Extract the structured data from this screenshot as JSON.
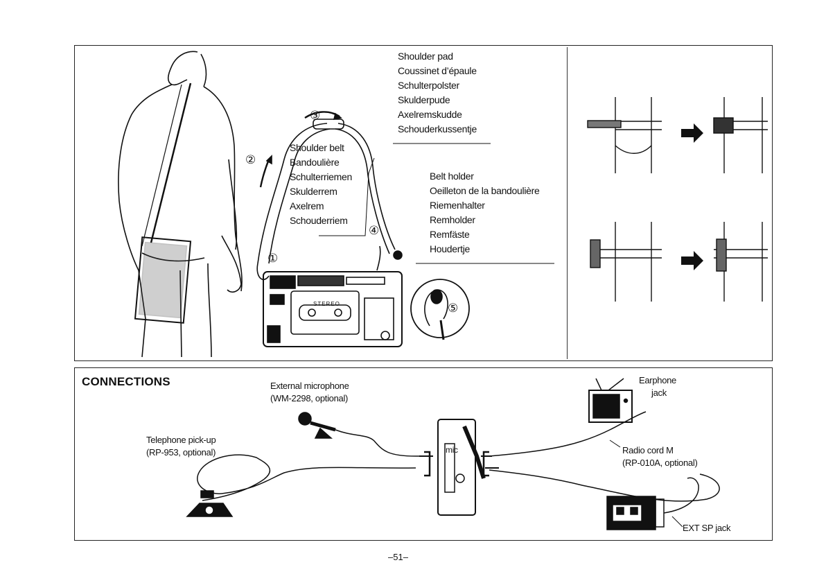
{
  "strap_section": {
    "shoulder_pad_labels": [
      "Shoulder pad",
      "Coussinet d’épaule",
      "Schulterpolster",
      "Skulderpude",
      "Axelremskudde",
      "Schouderkussentje"
    ],
    "shoulder_belt_labels": [
      "Shoulder belt",
      "Bandoulière",
      "Schulterriemen",
      "Skulderrem",
      "Axelrem",
      "Schouderriem"
    ],
    "belt_holder_labels": [
      "Belt holder",
      "Oeilleton de la bandoulière",
      "Riemenhalter",
      "Remholder",
      "Remfäste",
      "Houdertje"
    ],
    "steps": [
      "①",
      "②",
      "③",
      "④",
      "⑤"
    ],
    "recorder_badge": "STEREO"
  },
  "connections": {
    "heading": "CONNECTIONS",
    "external_microphone": {
      "line1": "External microphone",
      "line2": "(WM-2298, optional)"
    },
    "telephone_pickup": {
      "line1": "Telephone pick-up",
      "line2": "(RP-953, optional)"
    },
    "earphone_jack": {
      "line1": "Earphone",
      "line2": "jack"
    },
    "radio_cord": {
      "line1": "Radio cord M",
      "line2": "(RP-010A, optional)"
    },
    "ext_sp_jack": "EXT SP jack",
    "mic_label": "mic"
  },
  "footer": {
    "page_number": "–51–"
  }
}
